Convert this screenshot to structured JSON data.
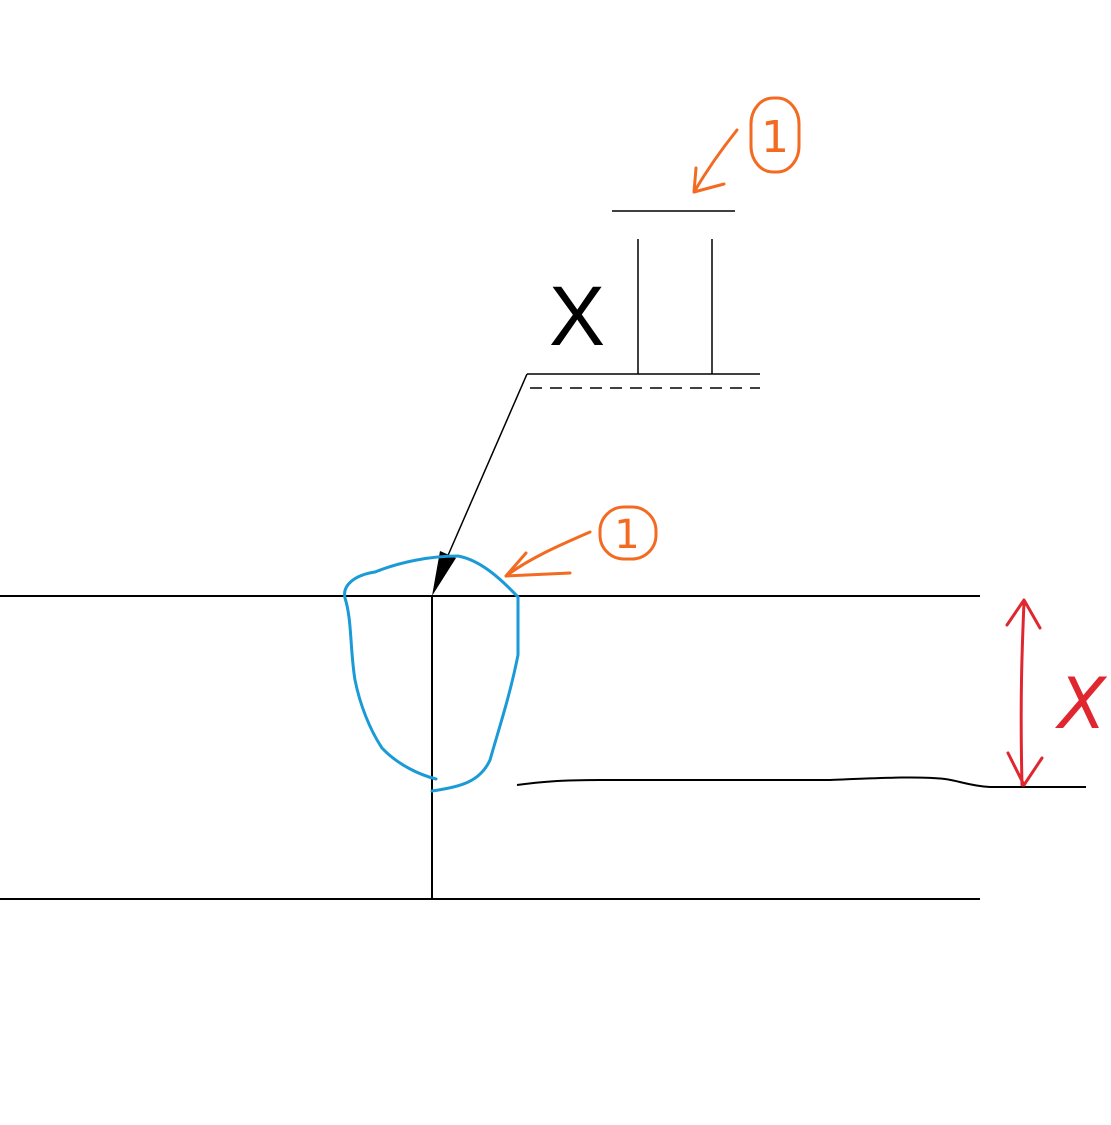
{
  "weld_symbol": {
    "size_label": "X"
  },
  "annotations": {
    "callout_top": {
      "label": "1",
      "color": "#f26b21"
    },
    "callout_joint": {
      "label": "1",
      "color": "#f26b21"
    },
    "dimension": {
      "label": "X",
      "color": "#e0262f"
    },
    "highlight_color": "#1a9ad6"
  },
  "colors": {
    "drawing_lines": "#000000",
    "background": "#ffffff"
  }
}
